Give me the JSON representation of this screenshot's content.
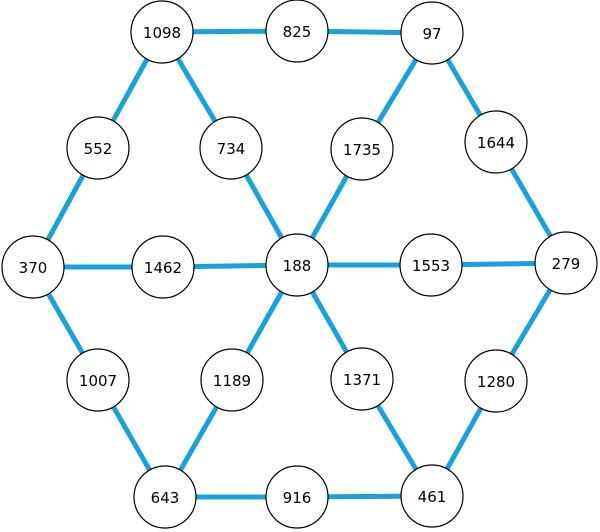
{
  "colors": {
    "edge": "#1aa0dc",
    "node_fill": "#ffffff",
    "node_stroke": "#000000",
    "text": "#000000"
  },
  "nodes": [
    {
      "id": "n1098",
      "label": "1098"
    },
    {
      "id": "n825",
      "label": "825"
    },
    {
      "id": "n97",
      "label": "97"
    },
    {
      "id": "n552",
      "label": "552"
    },
    {
      "id": "n734",
      "label": "734"
    },
    {
      "id": "n1735",
      "label": "1735"
    },
    {
      "id": "n1644",
      "label": "1644"
    },
    {
      "id": "n370",
      "label": "370"
    },
    {
      "id": "n1462",
      "label": "1462"
    },
    {
      "id": "n188",
      "label": "188"
    },
    {
      "id": "n1553",
      "label": "1553"
    },
    {
      "id": "n279",
      "label": "279"
    },
    {
      "id": "n1007",
      "label": "1007"
    },
    {
      "id": "n1189",
      "label": "1189"
    },
    {
      "id": "n1371",
      "label": "1371"
    },
    {
      "id": "n1280",
      "label": "1280"
    },
    {
      "id": "n643",
      "label": "643"
    },
    {
      "id": "n916",
      "label": "916"
    },
    {
      "id": "n461",
      "label": "461"
    }
  ],
  "edges": [
    [
      "n1098",
      "n825"
    ],
    [
      "n825",
      "n97"
    ],
    [
      "n1098",
      "n552"
    ],
    [
      "n552",
      "n370"
    ],
    [
      "n1098",
      "n734"
    ],
    [
      "n734",
      "n188"
    ],
    [
      "n97",
      "n1735"
    ],
    [
      "n1735",
      "n188"
    ],
    [
      "n97",
      "n1644"
    ],
    [
      "n1644",
      "n279"
    ],
    [
      "n370",
      "n1462"
    ],
    [
      "n1462",
      "n188"
    ],
    [
      "n188",
      "n1553"
    ],
    [
      "n1553",
      "n279"
    ],
    [
      "n370",
      "n1007"
    ],
    [
      "n1007",
      "n643"
    ],
    [
      "n188",
      "n1189"
    ],
    [
      "n1189",
      "n643"
    ],
    [
      "n188",
      "n1371"
    ],
    [
      "n1371",
      "n461"
    ],
    [
      "n279",
      "n1280"
    ],
    [
      "n1280",
      "n461"
    ],
    [
      "n643",
      "n916"
    ],
    [
      "n916",
      "n461"
    ]
  ]
}
